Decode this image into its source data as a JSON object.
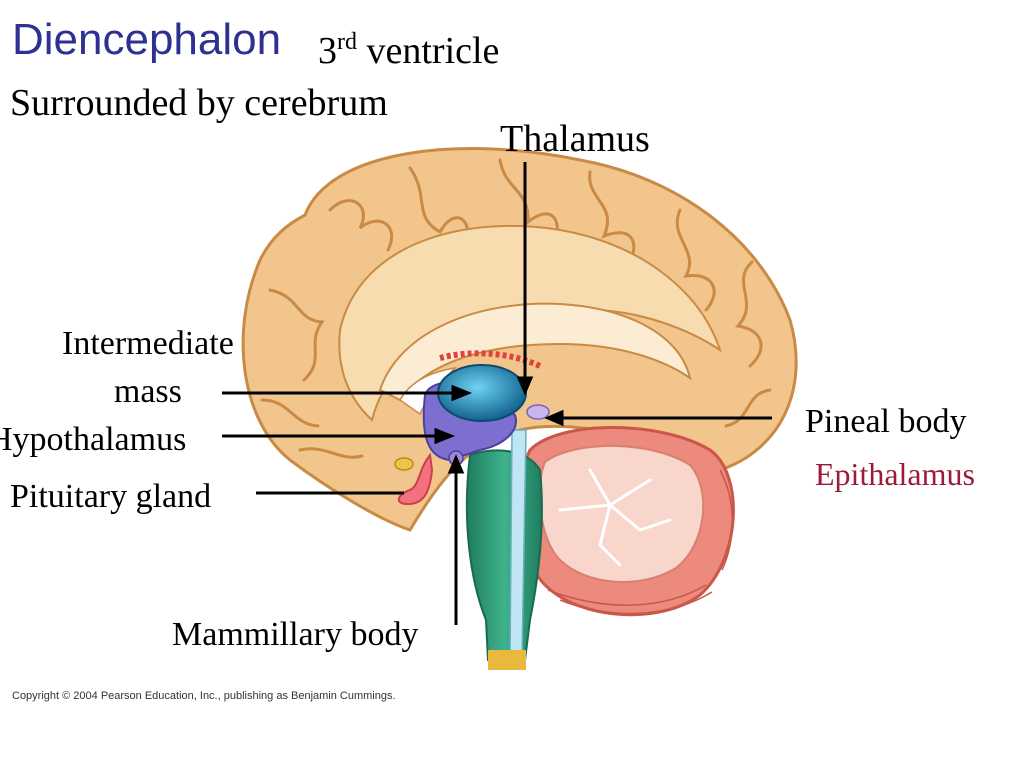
{
  "labels": {
    "title": "Diencephalon",
    "third_ventricle_num": "3",
    "third_ventricle_sup": "rd",
    "third_ventricle_word": "ventricle",
    "surrounded": "Surrounded by cerebrum",
    "thalamus": "Thalamus",
    "intermediate_line1": "Intermediate",
    "intermediate_line2": "mass",
    "hypothalamus": "Hypothalamus",
    "pituitary": "Pituitary gland",
    "mammillary": "Mammillary body",
    "pineal": "Pineal body",
    "epithalamus": "Epithalamus"
  },
  "copyright": "Copyright © 2004 Pearson Education, Inc., publishing as Benjamin Cummings.",
  "colors": {
    "title": "#2e3192",
    "epithalamus": "#9e1a3a",
    "cerebrum": "#f2c58c",
    "cerebrum_outline": "#c98a45",
    "thalamus": "#1f88b5",
    "hypothalamus": "#7d6fd0",
    "brainstem": "#2f9a78",
    "cerebellum": "#ec8a7d",
    "pituitary": "#f4707e"
  }
}
